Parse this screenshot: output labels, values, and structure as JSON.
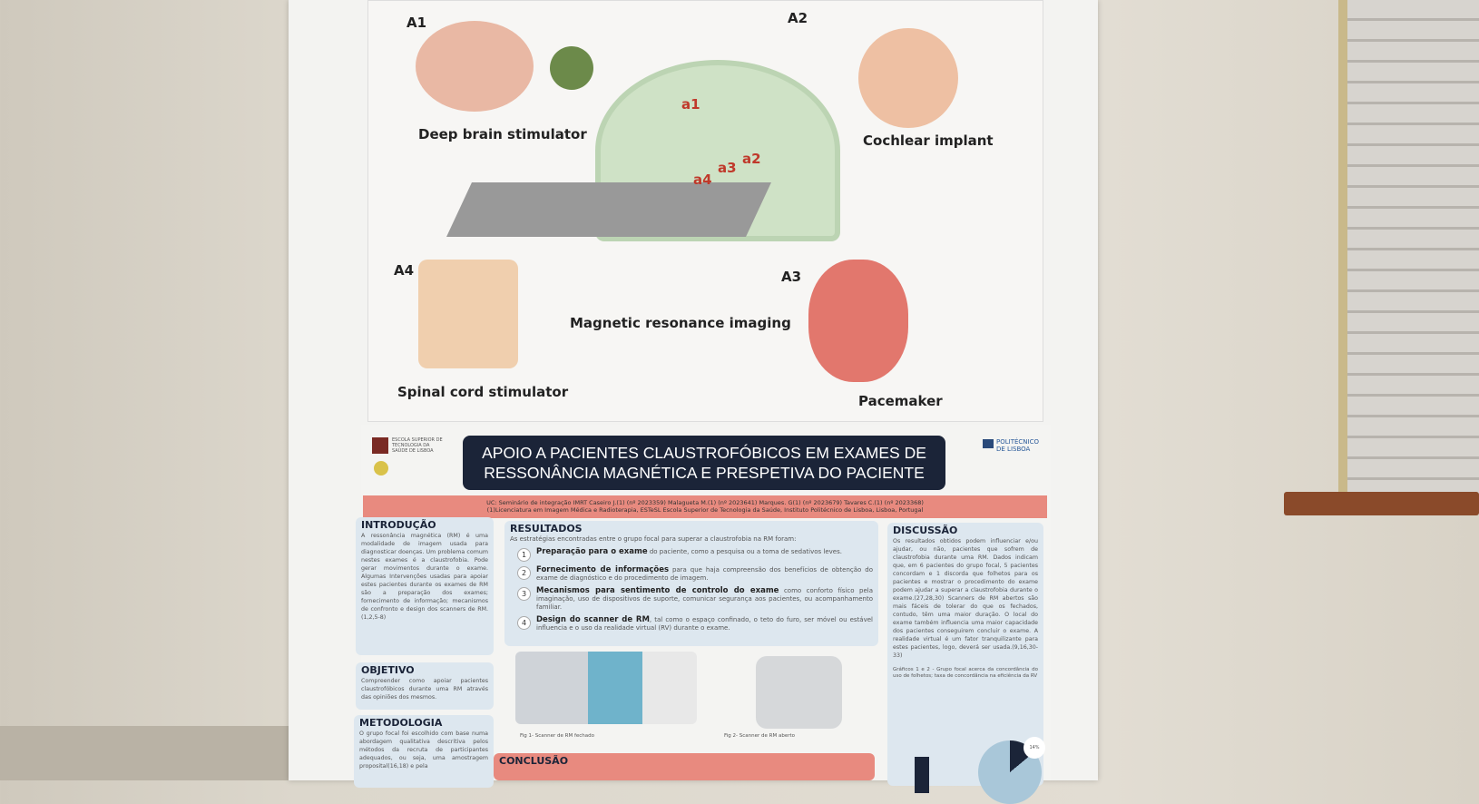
{
  "illustration": {
    "labels": {
      "a1": "A1",
      "a2": "A2",
      "a3": "A3",
      "a4": "A4",
      "sub_a1": "a1",
      "sub_a2": "a2",
      "sub_a3": "a3",
      "sub_a4": "a4"
    },
    "captions": {
      "deep_brain": "Deep brain stimulator",
      "cochlear": "Cochlear implant",
      "mri": "Magnetic resonance imaging",
      "spinal": "Spinal cord stimulator",
      "pacemaker": "Pacemaker"
    }
  },
  "poster": {
    "school": "ESCOLA SUPERIOR DE TECNOLOGIA DA SAÚDE DE LISBOA",
    "polytechnic": "POLITÉCNICO DE LISBOA",
    "title_line1": "APOIO A PACIENTES CLAUSTROFÓBICOS EM EXAMES DE",
    "title_line2": "RESSONÂNCIA MAGNÉTICA E PRESPETIVA DO PACIENTE",
    "authors": "UC: Seminário de integração IMRT   Caseiro J.(1) (nº 2023359)   Malagueta M.(1) (nº 2023641)  Marques. G(1) (nº 2023679)  Tavares C.(1) (nº 2023368)",
    "affiliation": "(1)Licenciatura em Imagem Médica e Radioterapia, ESTeSL Escola Superior de Tecnologia da Saúde, Instituto Politécnico de Lisboa, Lisboa, Portugal",
    "intro": {
      "heading": "INTRODUÇÃO",
      "text": "A ressonância magnética (RM) é uma modalidade de imagem usada para diagnosticar doenças. Um problema comum nestes exames é a claustrofobia. Pode gerar movimentos durante o exame. Algumas Intervenções usadas para apoiar estes pacientes durante os exames de RM são a preparação dos exames; fornecimento de informação; mecanismos de confronto e design dos scanners de RM.(1,2,5-8)"
    },
    "objetivo": {
      "heading": "OBJETIVO",
      "text": "Compreender como apoiar pacientes claustrofóbicos durante uma RM através das opiniões dos mesmos."
    },
    "metodologia": {
      "heading": "METODOLOGIA",
      "text": "O grupo focal foi escolhido com base numa abordagem qualitativa descritiva pelos métodos da recruta de participantes adequados, ou seja, uma amostragem proposital(16,18) e pela"
    },
    "resultados": {
      "heading": "RESULTADOS",
      "intro": "As estratégias encontradas entre o grupo focal para superar a claustrofobia na RM foram:",
      "items": [
        {
          "n": "1",
          "bold": "Preparação para o exame",
          "text": " do paciente, como a pesquisa ou a toma de sedativos leves."
        },
        {
          "n": "2",
          "bold": "Fornecimento de informações",
          "text": " para que haja compreensão dos benefícios de obtenção do exame de diagnóstico e do procedimento de imagem."
        },
        {
          "n": "3",
          "bold": "Mecanismos para sentimento de controlo do exame",
          "text": " como conforto físico pela imaginação, uso de dispositivos de suporte, comunicar segurança aos pacientes, ou acompanhamento familiar."
        },
        {
          "n": "4",
          "bold": "Design do scanner de RM",
          "text": ", tal como o espaço confinado, o teto do furo, ser móvel ou estável influencia e o uso da realidade virtual (RV) durante o exame."
        }
      ],
      "fig1": "Fig 1- Scanner de RM fechado",
      "fig2": "Fig 2- Scanner de RM aberto"
    },
    "discussao": {
      "heading": "DISCUSSÃO",
      "text": "Os resultados obtidos podem influenciar e/ou ajudar, ou não, pacientes que sofrem de claustrofobia durante uma RM. Dados indicam que, em 6 pacientes do grupo focal, 5 pacientes concordam e 1 discorda que folhetos para os pacientes e mostrar o procedimento do exame podem ajudar a superar a claustrofobia durante o exame.(27,28,30) Scanners de RM abertos são mais fáceis de tolerar do que os fechados, contudo, têm uma maior duração. O local do exame também influencia uma maior capacidade dos pacientes conseguirem concluir o exame. A realidade virtual é um fator tranquilizante para estes pacientes, logo, deverá ser usada.(9,16,30-33)",
      "chart_caption": "Gráficos 1 e 2 - Grupo focal acerca da concordância do uso de folhetos; taxa de concordância na eficiência da RV",
      "pie_label": "14%"
    },
    "conclusao": {
      "heading": "CONCLUSÃO"
    }
  }
}
